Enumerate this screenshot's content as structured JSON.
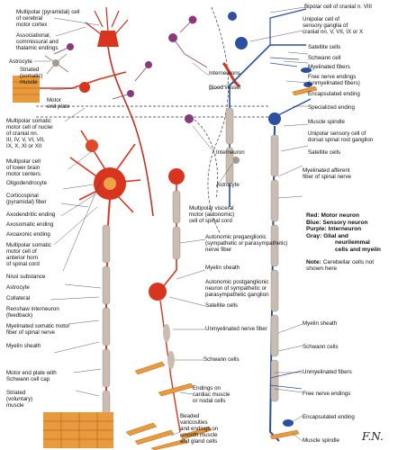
{
  "labels": {
    "multipolar_pyramidal": "Multipolar (pyramidal) cell",
    "multipolar_pyramidal_2": "of cerebral",
    "multipolar_pyramidal_3": "motor cortex",
    "associational": "Associational,",
    "associational_2": "commissural and",
    "associational_3": "thalamic endings",
    "astrocyte_top": "Astrocyte",
    "striated_top": "Striated",
    "striated_top_2": "(somatic)",
    "striated_top_3": "muscle",
    "motor_end_plate": "Motor",
    "motor_end_plate_2": "end plate",
    "multipolar_somatic_cranial": "Multipolar somatic",
    "multipolar_somatic_cranial_2": "motor cell of nuclei",
    "multipolar_somatic_cranial_3": "of cranial nn.",
    "multipolar_somatic_cranial_4": "III, IV, V, VI, VII,",
    "multipolar_somatic_cranial_5": "IX, X, XI or XII",
    "multipolar_lower_brain": "Multipolar cell",
    "multipolar_lower_brain_2": "of lower brain",
    "multipolar_lower_brain_3": "motor centers",
    "oligodendrocyte": "Oligodendrocyte",
    "corticospinal": "Corticospinal",
    "corticospinal_2": "(pyramidal) fiber",
    "axodendritic": "Axodendritic ending",
    "axosomatic": "Axosomatic ending",
    "axoaxonic": "Axoaxonic ending",
    "multipolar_anterior_horn": "Multipolar somatic",
    "multipolar_anterior_horn_2": "motor cell of",
    "multipolar_anterior_horn_3": "anterior horn",
    "multipolar_anterior_horn_4": "of spinal cord",
    "nissl": "Nissl substance",
    "astrocyte_left": "Astrocyte",
    "collateral": "Collateral",
    "renshaw": "Renshaw interneuron",
    "renshaw_2": "(feedback)",
    "myelinated_somatic": "Myelinated somatic motor",
    "myelinated_somatic_2": "fiber of spinal nerve",
    "myelin_sheath_left": "Myelin sheath",
    "motor_end_plate_schwann": "Motor end plate with",
    "motor_end_plate_schwann_2": "Schwann cell cap",
    "striated_voluntary": "Striated",
    "striated_voluntary_2": "(voluntary)",
    "striated_voluntary_3": "muscle",
    "interneurons": "Interneurons",
    "blood_vessel": "Blood vessel",
    "interneuron_mid": "Interneuron",
    "astrocyte_mid": "Astrocyte",
    "multipolar_visceral": "Multipolar visceral",
    "multipolar_visceral_2": "motor (autonomic)",
    "multipolar_visceral_3": "cell of spinal cord",
    "autonomic_pre": "Autonomic preganglionic",
    "autonomic_pre_2": "(sympathetic or parasympathetic)",
    "autonomic_pre_3": "nerve fiber",
    "myelin_sheath_mid": "Myelin sheath",
    "autonomic_post": "Autonomic postganglionic",
    "autonomic_post_2": "neuron of sympathetic or",
    "autonomic_post_3": "parasympathetic ganglion",
    "satellite_mid": "Satellite cells",
    "unmyelinated_nerve_fiber": "Unmyelinated nerve fiber",
    "schwann_mid": "Schwann cells",
    "endings_cardiac": "Endings on",
    "endings_cardiac_2": "cardiac muscle",
    "endings_cardiac_3": "or nodal cells",
    "beaded": "Beaded",
    "beaded_2": "varicosities",
    "beaded_3": "and endings on",
    "beaded_4": "smooth muscle",
    "beaded_5": "and gland cells",
    "bipolar_viii": "Bipolar cell of cranial n. VIII",
    "unipolar_sensory": "Unipolar cell of",
    "unipolar_sensory_2": "sensory ganglia of",
    "unipolar_sensory_3": "cranial nn. V, VII, IX or X",
    "satellite_top": "Satellite cells",
    "schwann_top": "Schwann cell",
    "myelinated_fibers_top": "Myelinated fibers",
    "free_nerve_top": "Free nerve endings",
    "free_nerve_top_2": "(unmyelinated fibers)",
    "encapsulated_top": "Encapsulated ending",
    "specialized": "Specialized ending",
    "muscle_spindle_top": "Muscle spindle",
    "unipolar_drg": "Unipolar sensory cell of",
    "unipolar_drg_2": "dorsal spinal root ganglion",
    "satellite_right": "Satellite cells",
    "myelinated_afferent": "Myelinated afferent",
    "myelinated_afferent_2": "fiber of spinal nerve",
    "myelin_sheath_right": "Myelin sheath",
    "schwann_right": "Schwann cells",
    "unmyelinated_fibers": "Unmyelinated fibers",
    "free_nerve_bottom": "Free nerve endings",
    "encapsulated_bottom": "Encapsulated ending",
    "muscle_spindle_bottom": "Muscle spindle"
  },
  "legend": {
    "red_key": "Red:",
    "red_val": "Motor neuron",
    "blue_key": "Blue:",
    "blue_val": "Sensory neuron",
    "purple_key": "Purple:",
    "purple_val": "Interneuron",
    "gray_key": "Gray:",
    "gray_val": "Glial and",
    "gray_val_2": "neurilemmal",
    "gray_val_3": "cells and myelin",
    "note_key": "Note:",
    "note_val": "Cerebellar cells not",
    "note_val_2": "shown here"
  },
  "colors": {
    "motor": "#d8341e",
    "sensory": "#2c4fa3",
    "interneuron": "#8a3a78",
    "glia": "#b9aaa0",
    "muscle": "#e89a3c",
    "background": "#ffffff"
  }
}
